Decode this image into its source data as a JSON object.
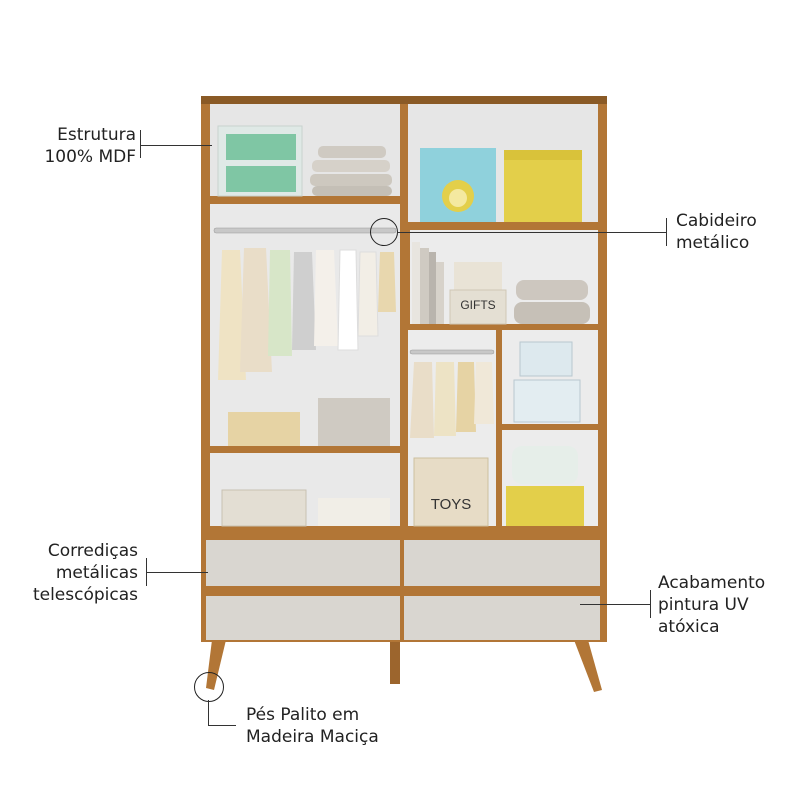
{
  "product": {
    "colors": {
      "wood": "#b27636",
      "wood_dark": "#8a5a26",
      "panel": "#d9d6d0",
      "interior": "#e9e9e9",
      "accent_green": "#7fc6a4",
      "accent_yellow": "#e3cf4a",
      "accent_blue": "#8fd1dc"
    }
  },
  "labels": {
    "estrutura": [
      "Estrutura",
      "100% MDF"
    ],
    "cabideiro": [
      "Cabideiro",
      "metálico"
    ],
    "corredicas": [
      "Corrediças",
      "metálicas",
      "telescópicas"
    ],
    "acabamento": [
      "Acabamento",
      "pintura UV",
      "atóxica"
    ],
    "pes": [
      "Pés Palito em",
      "Madeira Maciça"
    ]
  },
  "box_labels": {
    "gifts": "GIFTS",
    "toys": "TOYS"
  }
}
